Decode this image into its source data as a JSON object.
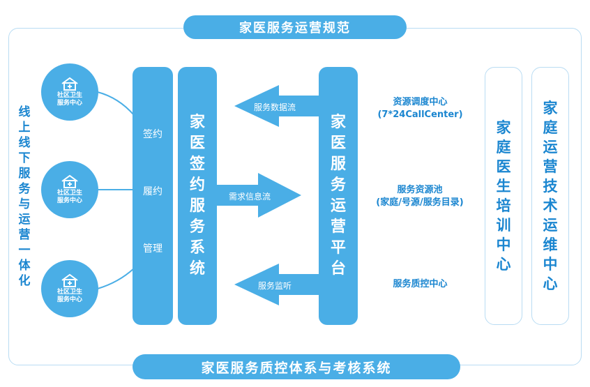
{
  "top_banner": "家医服务运营规范",
  "bottom_banner": "家医服务质控体系与考核系统",
  "left_label": [
    "线",
    "上",
    "线",
    "下",
    "服",
    "务",
    "与",
    "运",
    "营",
    "一",
    "体",
    "化"
  ],
  "centers": [
    {
      "line1": "社区卫生",
      "line2": "服务中心"
    },
    {
      "line1": "社区卫生",
      "line2": "服务中心"
    },
    {
      "line1": "社区卫生",
      "line2": "服务中心"
    }
  ],
  "management": [
    "签约",
    "履约",
    "管理"
  ],
  "sign_system": [
    "家",
    "医",
    "签",
    "约",
    "服",
    "务",
    "系",
    "统"
  ],
  "flows": {
    "service_data": "服务数据流",
    "demand_info": "需求信息流",
    "service_monitor": "服务监听"
  },
  "platform": [
    "家",
    "医",
    "服",
    "务",
    "运",
    "营",
    "平",
    "台"
  ],
  "right_items": {
    "dispatch": {
      "line1": "资源调度中心",
      "line2": "(7*24CallCenter)"
    },
    "pool": {
      "line1": "服务资源池",
      "line2": "(家庭/号源/服务目录)"
    },
    "qc": {
      "line1": "服务质控中心"
    }
  },
  "training_center": [
    "家",
    "庭",
    "医",
    "生",
    "培",
    "训",
    "中",
    "心"
  ],
  "ops_center": [
    "家",
    "庭",
    "运",
    "营",
    "技",
    "术",
    "运",
    "维",
    "中",
    "心"
  ],
  "colors": {
    "primary": "#4aaee6",
    "text_blue": "#1b86d0",
    "outline": "#b9dcf3"
  }
}
